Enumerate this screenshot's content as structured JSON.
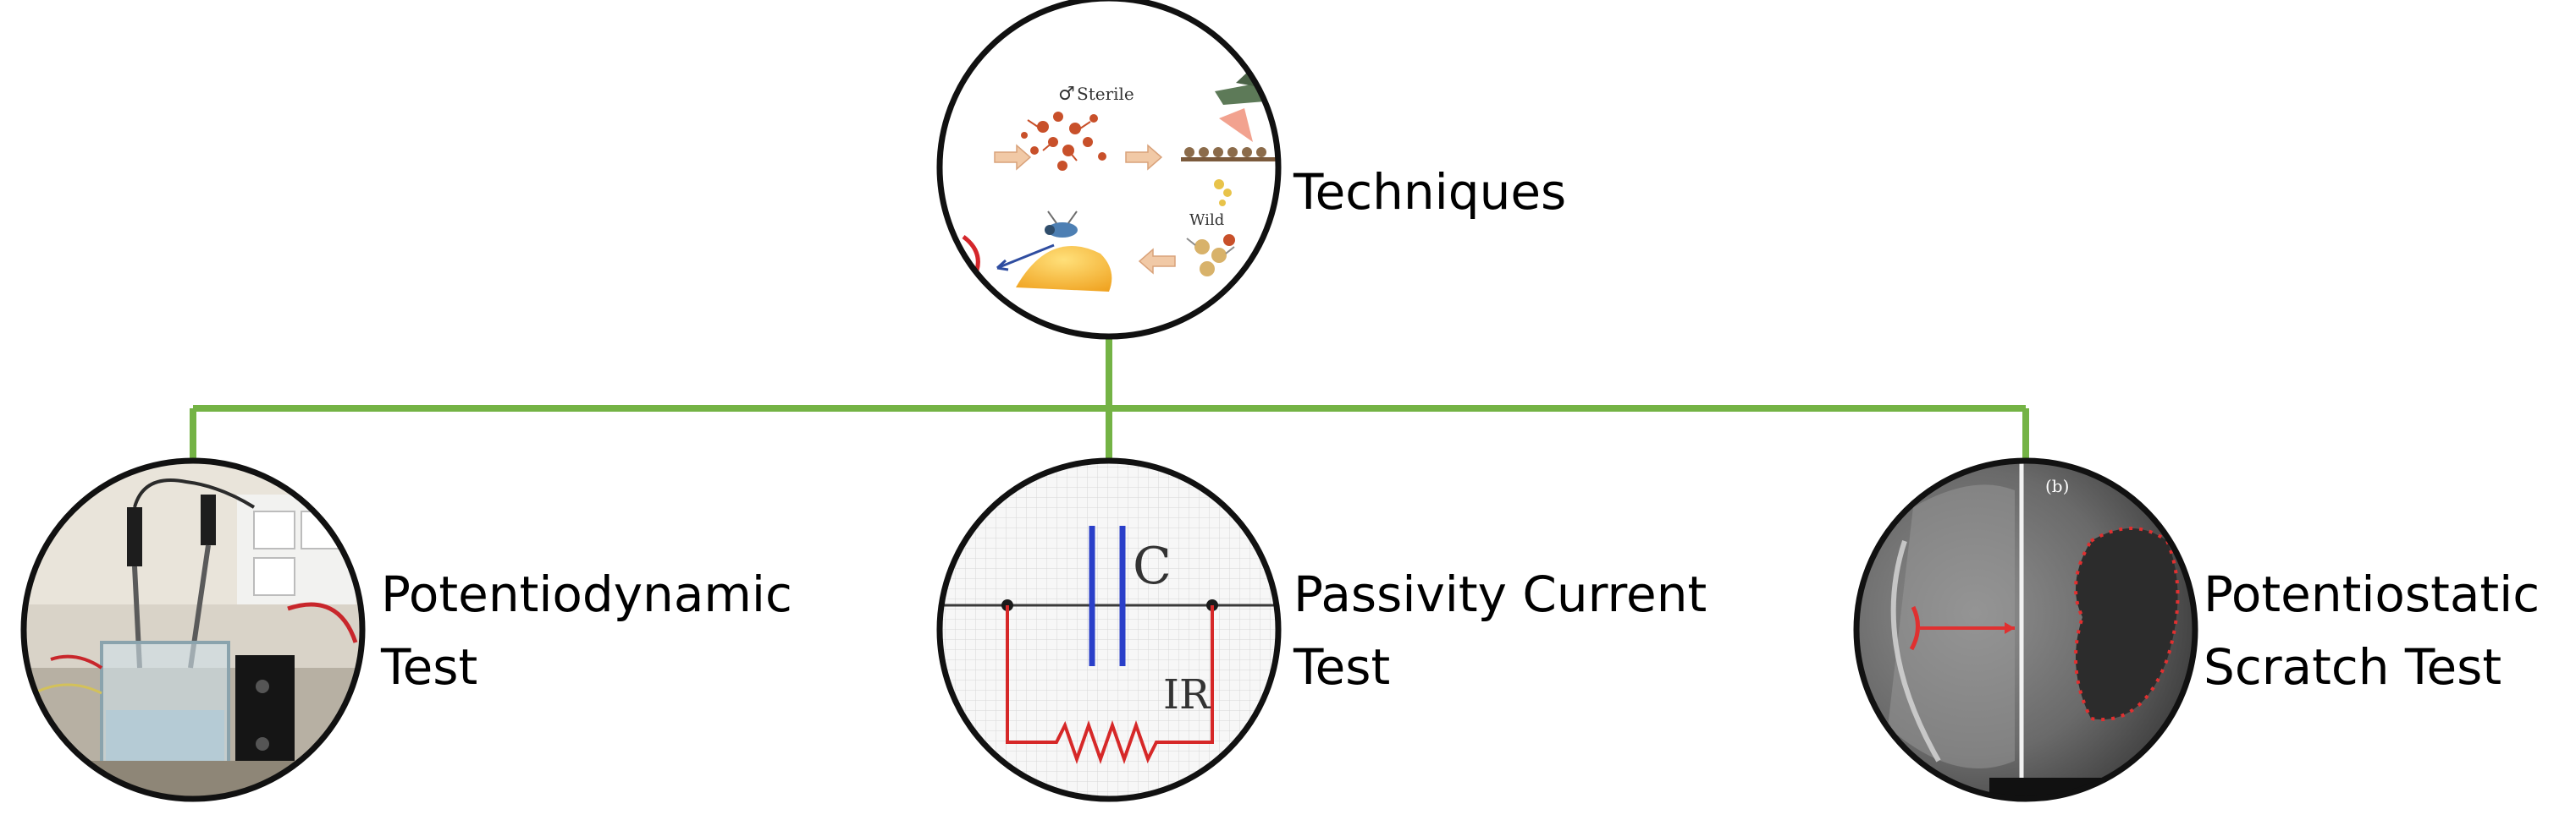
{
  "colors": {
    "connector": "#74b345",
    "circle_border": "#111111",
    "text": "#000000"
  },
  "diagram": {
    "root": {
      "label": "Techniques",
      "image_labels": [
        "Sterile",
        "Wild"
      ]
    },
    "children": [
      {
        "label_lines": [
          "Potentiodynamic",
          "Test"
        ]
      },
      {
        "label_lines": [
          "Passivity Current",
          "Test"
        ],
        "circuit_labels": [
          "C",
          "IR"
        ]
      },
      {
        "label_lines": [
          "Potentiostatic",
          "Scratch Test"
        ],
        "image_labels": [
          "(b)"
        ]
      }
    ]
  }
}
